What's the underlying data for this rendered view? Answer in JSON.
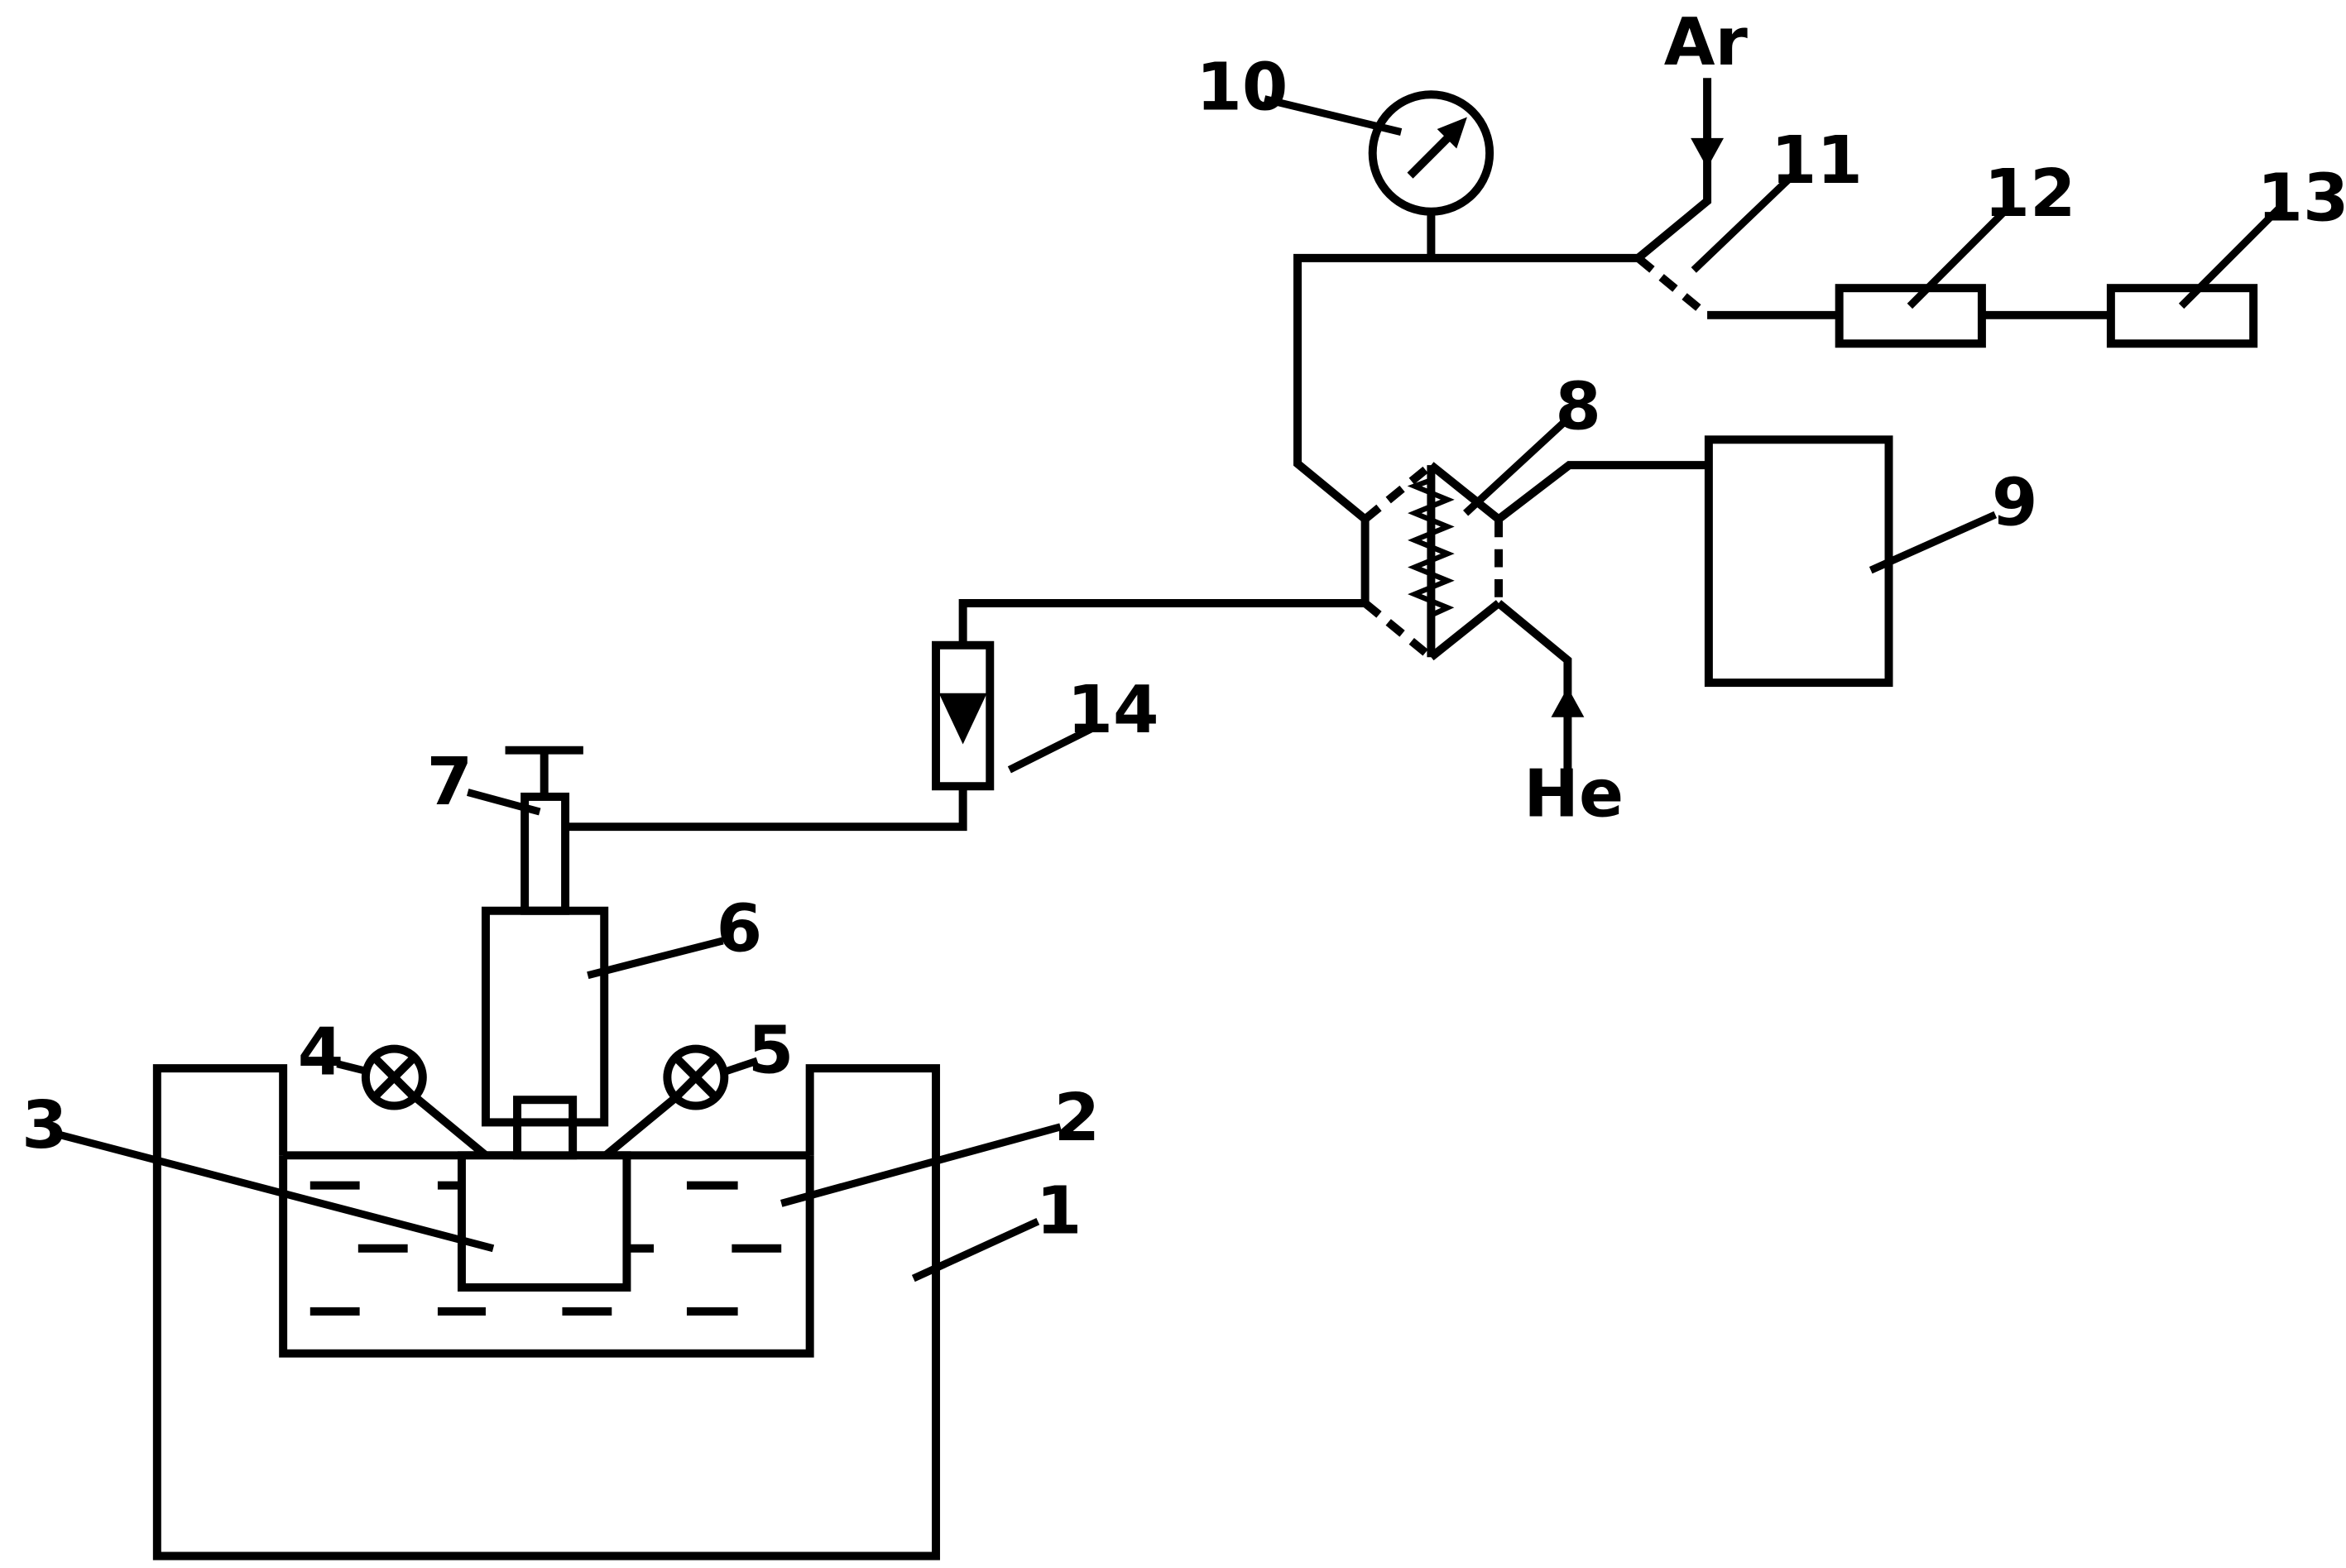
{
  "labels": {
    "n1": "1",
    "n2": "2",
    "n3": "3",
    "n4": "4",
    "n5": "5",
    "n6": "6",
    "n7": "7",
    "n8": "8",
    "n9": "9",
    "n10": "10",
    "n11": "11",
    "n12": "12",
    "n13": "13",
    "n14": "14"
  },
  "gases": {
    "argon": "Ar",
    "helium": "He"
  }
}
